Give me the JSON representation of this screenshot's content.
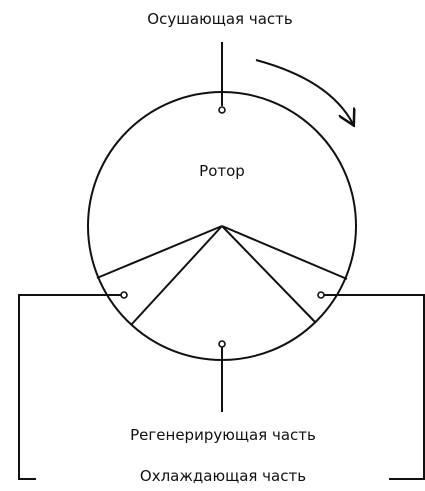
{
  "labels": {
    "drying_part": "Осушающая часть",
    "rotor": "Ротор",
    "regeneration_part": "Регенерирующая часть",
    "cooling_part": "Охлаждающая часть"
  },
  "colors": {
    "stroke": "#111111",
    "background": "#ffffff"
  },
  "icons": {
    "rotation_direction": "clockwise-arrow-icon"
  }
}
